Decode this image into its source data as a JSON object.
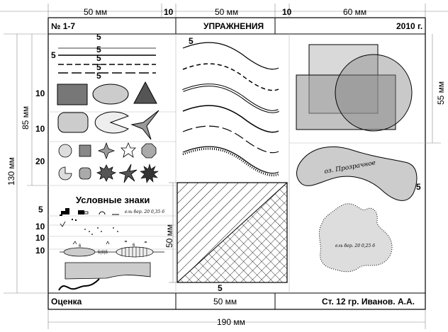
{
  "top_dims": [
    "50 мм",
    "10",
    "50 мм",
    "10",
    "60 мм"
  ],
  "header": {
    "number": "№ 1-7",
    "title": "УПРАЖНЕНИЯ",
    "year": "2010 г."
  },
  "footer": {
    "grade": "Оценка",
    "middle": "50 мм",
    "author": "Ст. 12 гр. Иванов. А.А."
  },
  "side_dims": {
    "left_outer": "130 мм",
    "left_inner": "85 мм",
    "right": "55 мм",
    "center": "50 мм"
  },
  "bottom_dim": "190 мм",
  "line_labels": [
    "5",
    "5",
    "5",
    "5",
    "5"
  ],
  "line_label_left": "5",
  "row_labels": [
    "10",
    "10",
    "20"
  ],
  "legend": {
    "title": "Условные знаки",
    "row_labels": [
      "5",
      "10",
      "10",
      "10"
    ],
    "sign_text": "ель бер. 20 0,35 6",
    "num_1": "6",
    "num_2": "5(8)5",
    "num_3": "6"
  },
  "waves_label": "5",
  "lake_label": "оз. Прозрачное",
  "lake_dim": "5",
  "forest_label": "ель бер. 20 0,25 6",
  "bottom_center_dim": "5"
}
